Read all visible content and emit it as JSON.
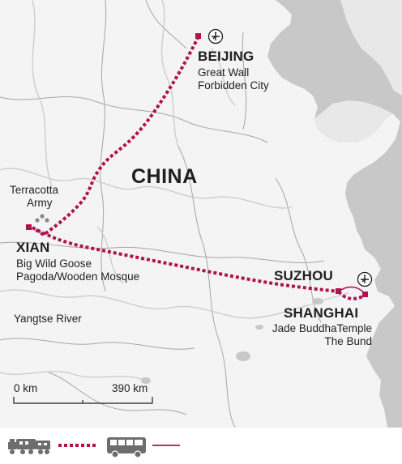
{
  "map": {
    "country_label": "CHINA",
    "river_label": "Yangtse River",
    "scale": {
      "start_label": "0 km",
      "end_label": "390 km"
    },
    "colors": {
      "route": "#b0124e",
      "sea": "#c8c8c8",
      "land": "#f4f4f4",
      "river": "#cdcdcd",
      "border": "#9b9b9b"
    },
    "cities": [
      {
        "name": "BEIJING",
        "lines": [
          "Great Wall",
          "Forbidden City"
        ],
        "airport": true
      },
      {
        "name": "XIAN",
        "lines": [
          "Big Wild Goose",
          "Pagoda/Wooden Mosque"
        ],
        "airport": false
      },
      {
        "name": "SUZHOU",
        "lines": [],
        "airport": true
      },
      {
        "name": "SHANGHAI",
        "lines": [
          "Jade BuddhaTemple",
          "The Bund"
        ],
        "airport": false
      }
    ],
    "pois": [
      {
        "lines": [
          "Terracotta",
          "Army"
        ],
        "icon": "terracotta-dots-icon"
      }
    ]
  },
  "legend": {
    "items": [
      {
        "icon": "train-icon",
        "line_style": "dotted"
      },
      {
        "icon": "bus-icon",
        "line_style": "solid"
      }
    ]
  }
}
